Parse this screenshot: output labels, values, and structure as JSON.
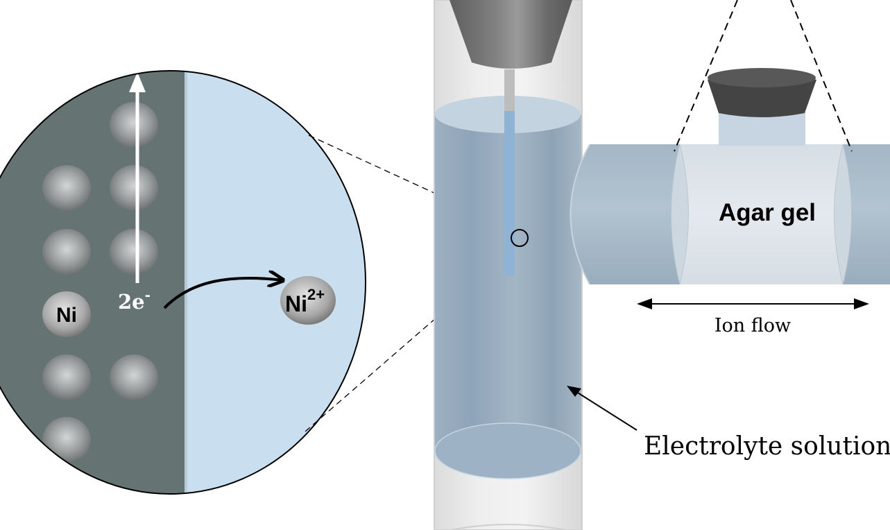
{
  "colors": {
    "metal": "#667373",
    "solution_zoom": "#c9dff0",
    "electrolyte": "#93a9bc",
    "glass": "#e6e9ec",
    "stopper": "#4a4a4a",
    "agar": "#dde4ea"
  },
  "zoom_view": {
    "atom_label": "Ni",
    "ion_label": "Ni",
    "ion_charge": "2+",
    "electron_label": "2e",
    "electron_charge": "-"
  },
  "apparatus": {
    "agar_label": "Agar gel",
    "ion_flow_label": "Ion flow",
    "electrolyte_label": "Electrolyte solution"
  }
}
